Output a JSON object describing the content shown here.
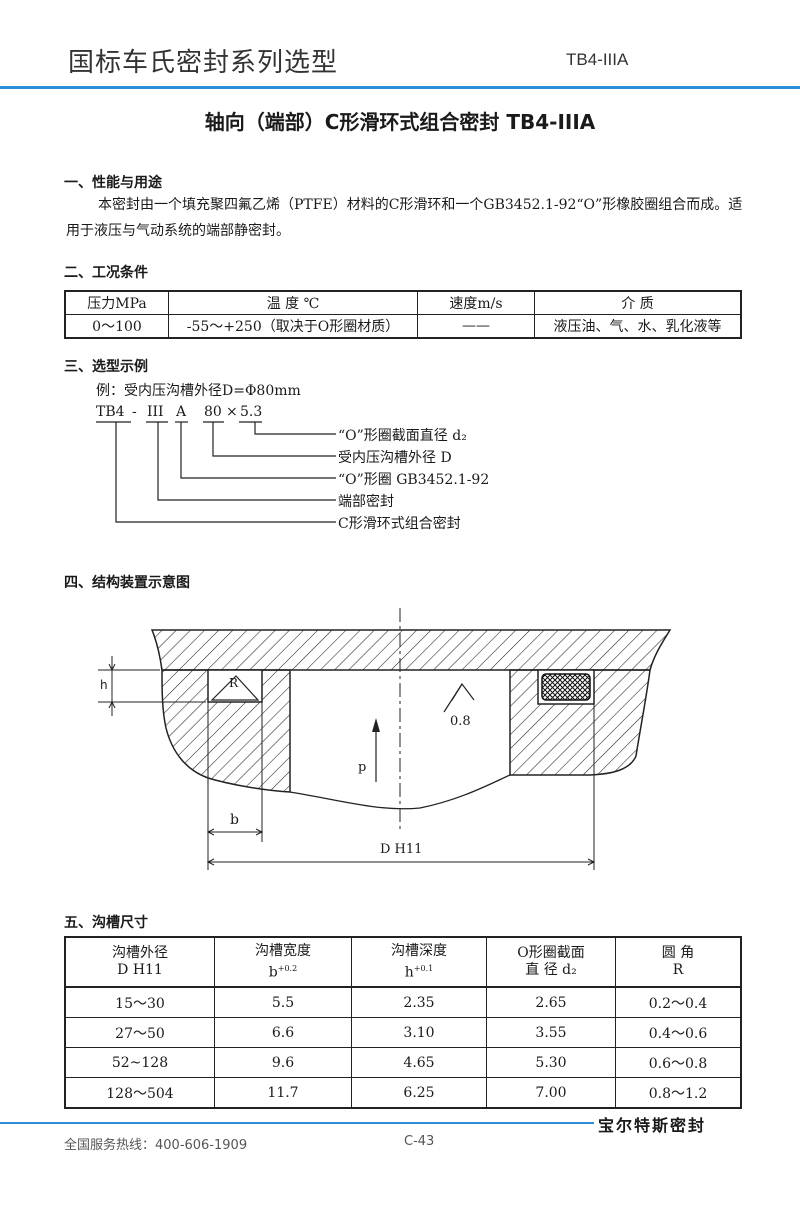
{
  "header": {
    "title": "国标车氏密封系列选型",
    "code": "TB4-IIIA"
  },
  "main_title": "轴向（端部）C形滑环式组合密封  TB4-IIIA",
  "section1": {
    "heading": "一、性能与用途",
    "text": "本密封由一个填充聚四氟乙烯（PTFE）材料的C形滑环和一个GB3452.1-92“O”形橡胶圈组合而成。适用于液压与气动系统的端部静密封。"
  },
  "section2": {
    "heading": "二、工况条件",
    "headers": [
      "压力MPa",
      "温  度 ℃",
      "速度m/s",
      "介    质"
    ],
    "row": [
      "0～100",
      "-55～+250（取决于O形圈材质）",
      "——",
      "液压油、气、水、乳化液等"
    ]
  },
  "section3": {
    "heading": "三、选型示例",
    "example": "例：受内压沟槽外径D=Φ80mm",
    "code_parts": [
      "TB4",
      "-",
      "III",
      "A",
      "80",
      "×",
      "5.3"
    ],
    "labels": [
      "“O”形圈截面直径 d₂",
      "受内压沟槽外径 D",
      "“O”形圈 GB3452.1-92",
      "端部密封",
      "C形滑环式组合密封"
    ]
  },
  "section4": {
    "heading": "四、结构装置示意图",
    "labels": {
      "h": "h",
      "R": "R",
      "b": "b",
      "p": "p",
      "roughness": "0.8",
      "dim": "D H11"
    }
  },
  "section5": {
    "heading": "五、沟槽尺寸",
    "headers": [
      [
        "沟槽外径",
        "D H11"
      ],
      [
        "沟槽宽度",
        "b",
        "+0.2"
      ],
      [
        "沟槽深度",
        "h",
        "+0.1"
      ],
      [
        "O形圈截面",
        "直 径 d₂"
      ],
      [
        "圆  角",
        "R"
      ]
    ],
    "rows": [
      [
        "15～30",
        "5.5",
        "2.35",
        "2.65",
        "0.2～0.4"
      ],
      [
        "27～50",
        "6.6",
        "3.10",
        "3.55",
        "0.4～0.6"
      ],
      [
        "52~128",
        "9.6",
        "4.65",
        "5.30",
        "0.6～0.8"
      ],
      [
        "128～504",
        "11.7",
        "6.25",
        "7.00",
        "0.8～1.2"
      ]
    ]
  },
  "footer": {
    "brand": "宝尔特斯密封",
    "hotline": "全国服务热线：400-606-1909",
    "page": "C-43"
  },
  "colors": {
    "accent": "#2a8fd6",
    "ink": "#1a1a1a"
  }
}
